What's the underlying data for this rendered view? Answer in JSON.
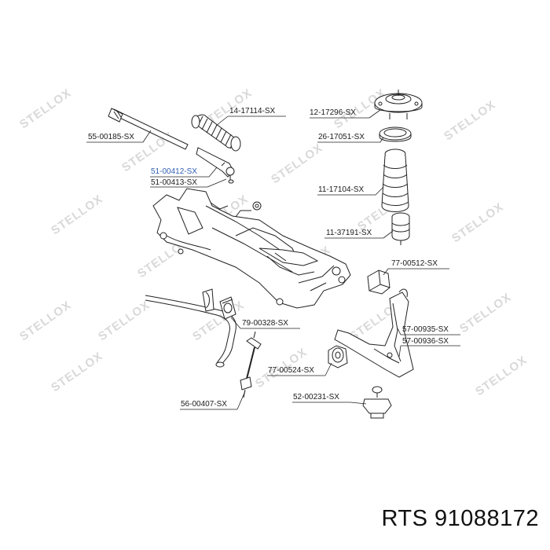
{
  "watermark": "STELLOX",
  "parts": [
    {
      "id": "p1",
      "number": "14-17114-SX"
    },
    {
      "id": "p2",
      "number": "12-17296-SX"
    },
    {
      "id": "p3",
      "number": "55-00185-SX"
    },
    {
      "id": "p4",
      "number": "26-17051-SX"
    },
    {
      "id": "p5",
      "number": "51-00412-SX"
    },
    {
      "id": "p6",
      "number": "51-00413-SX"
    },
    {
      "id": "p7",
      "number": "11-17104-SX"
    },
    {
      "id": "p8",
      "number": "11-37191-SX"
    },
    {
      "id": "p9",
      "number": "77-00512-SX"
    },
    {
      "id": "p10",
      "number": "79-00328-SX"
    },
    {
      "id": "p11",
      "number": "57-00935-SX"
    },
    {
      "id": "p12",
      "number": "57-00936-SX"
    },
    {
      "id": "p13",
      "number": "77-00524-SX"
    },
    {
      "id": "p14",
      "number": "52-00231-SX"
    },
    {
      "id": "p15",
      "number": "56-00407-SX"
    }
  ],
  "footer": {
    "text": "RTS 91088172"
  }
}
